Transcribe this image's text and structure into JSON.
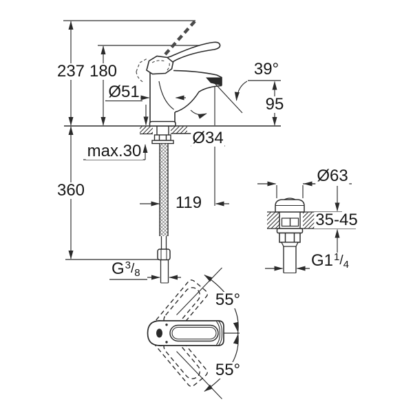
{
  "side_view": {
    "total_height": "237",
    "handle_height": "180",
    "body_diameter": "Ø51",
    "spray_angle": "39°",
    "spout_height": "95",
    "mounting_hole_diameter": "Ø34",
    "max_deck_thickness": "max.30",
    "hose_length": "360",
    "spout_projection": "119",
    "supply_thread": {
      "prefix": "G",
      "numerator": "3",
      "slash": "/",
      "denominator": "8"
    }
  },
  "waste_view": {
    "flange_diameter": "Ø63",
    "deck_thickness_range": "35-45",
    "waste_thread": {
      "prefix": "G1",
      "numerator": "1",
      "slash": "/",
      "denominator": "4"
    }
  },
  "top_view": {
    "swing_angle_up": "55°",
    "swing_angle_down": "55°"
  },
  "colors": {
    "line": "#2a2a2a",
    "text": "#161616",
    "background": "#ffffff"
  }
}
